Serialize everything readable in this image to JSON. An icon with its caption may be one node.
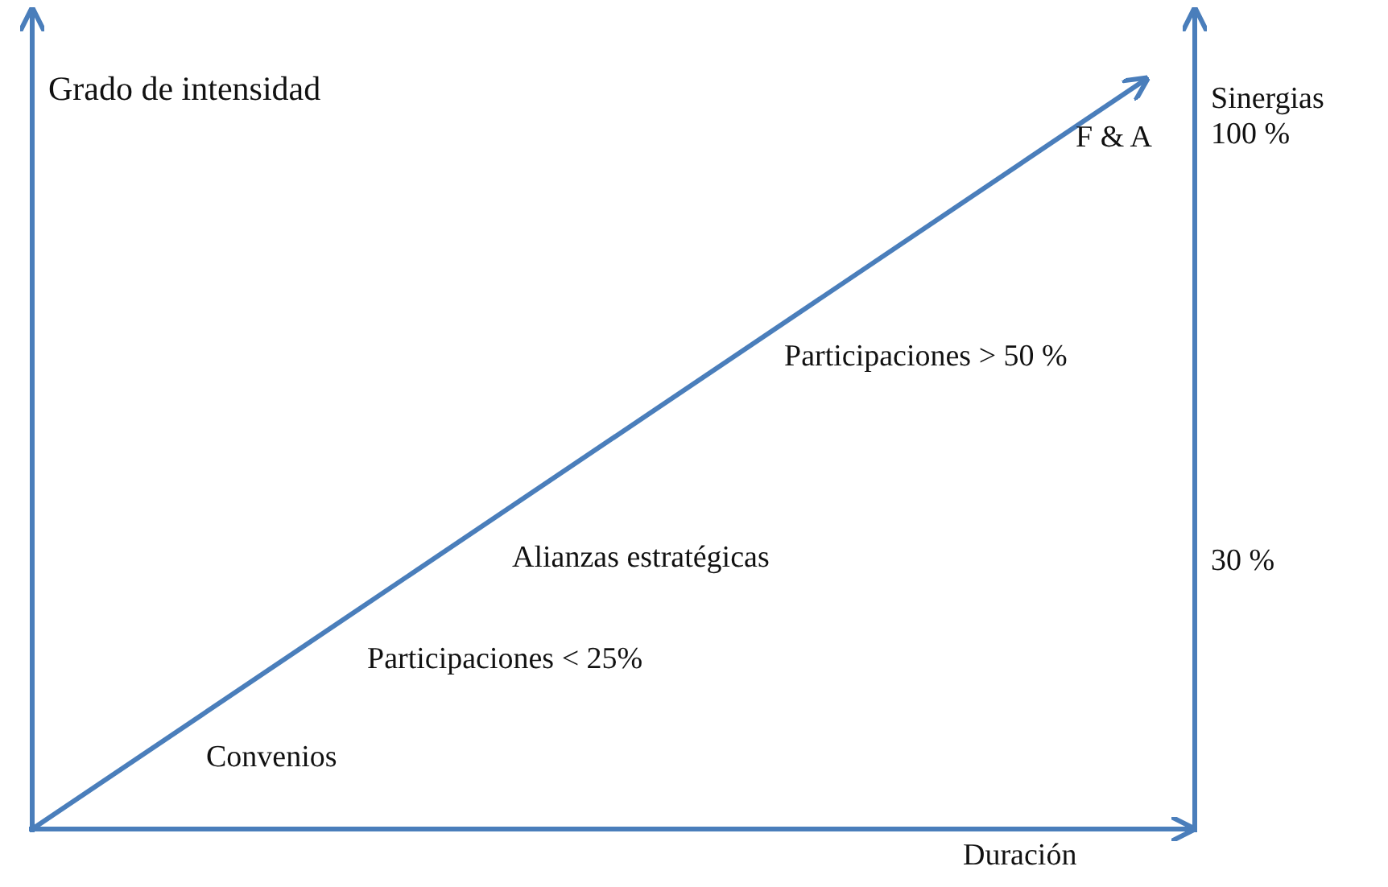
{
  "diagram": {
    "labels": [
      "Grado de intensidad",
      "Sinergias",
      "F & A",
      "100 %",
      "Participaciones > 50 %",
      "Alianzas estratégicas",
      "30 %",
      "Participaciones < 25%",
      "Convenios",
      "Duración"
    ]
  }
}
